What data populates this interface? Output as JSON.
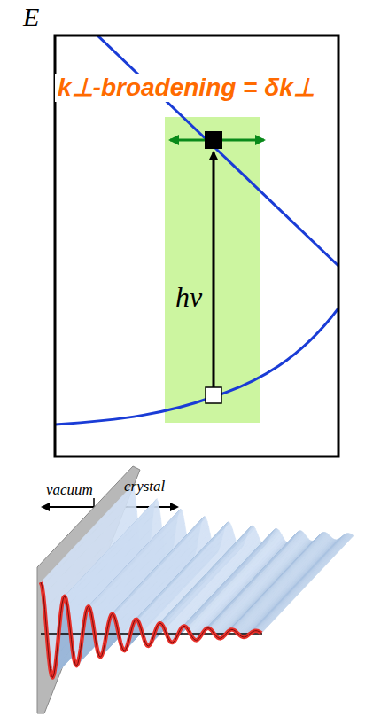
{
  "diagram": {
    "labels": [
      "E",
      "k⊥-broadening = δk⊥",
      "hν",
      "vacuum",
      "crystal"
    ]
  }
}
